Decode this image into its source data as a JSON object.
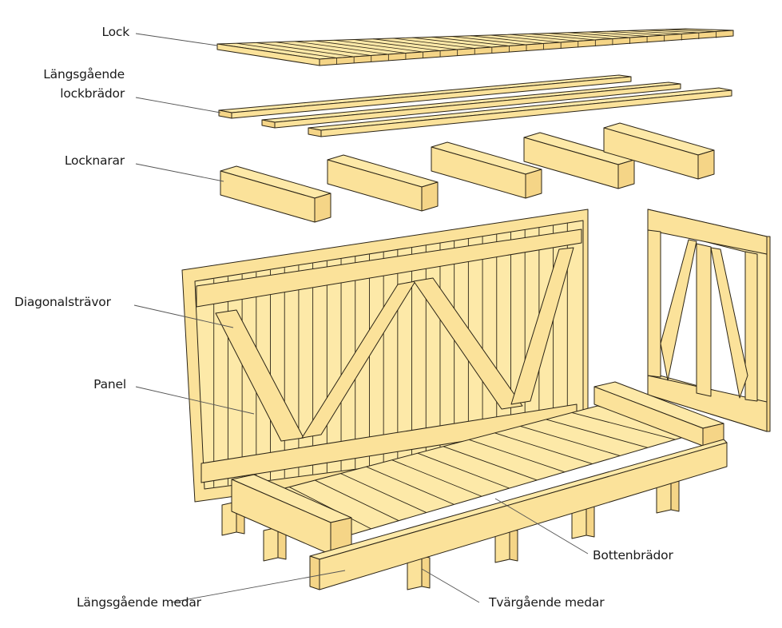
{
  "title": "Exploded view of wooden crate",
  "colors": {
    "wood_top": "#fde9a8",
    "wood_face": "#fbe29a",
    "wood_side": "#f5d587",
    "outline": "#2b2416",
    "leader": "#555555"
  },
  "labels": {
    "lock": "Lock",
    "langsgaende_lockbrador_1": "Längsgående",
    "langsgaende_lockbrador_2": "lockbrädor",
    "locknarar": "Locknarar",
    "diagonalstravor": "Diagonalsträvor",
    "panel": "Panel",
    "bottenbrador": "Bottenbrädor",
    "langsgaende_medar": "Längsgående medar",
    "tvargaende_medar": "Tvärgående medar"
  }
}
